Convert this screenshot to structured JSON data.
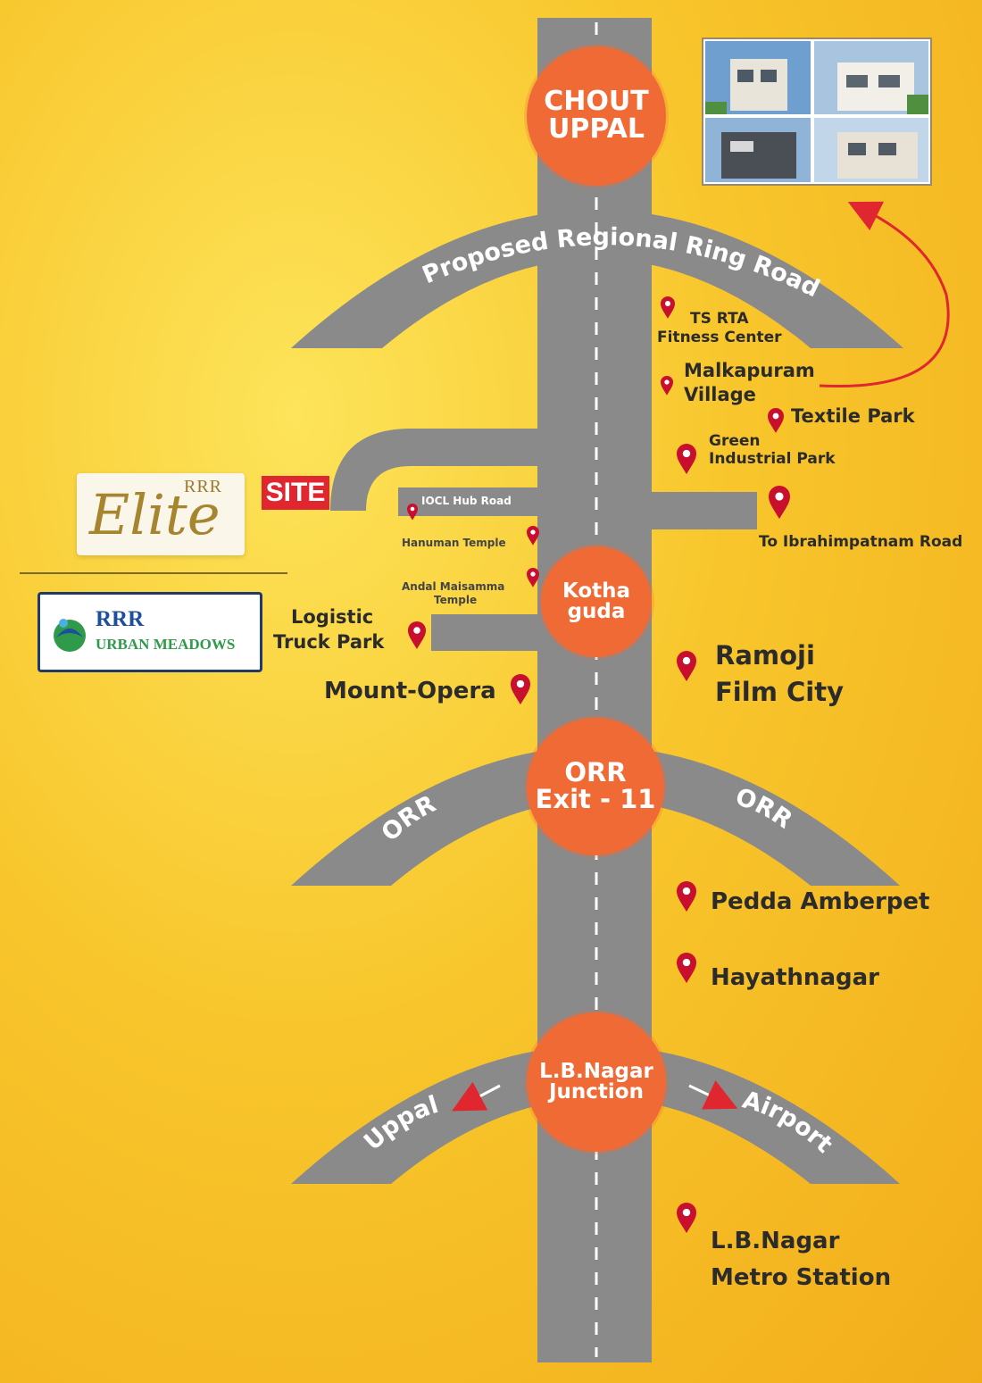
{
  "road_title": "Proposed Regional Ring Road",
  "nodes": {
    "chout_uppal": "CHOUT\nUPPAL",
    "kothaguda": "Kotha\nguda",
    "orr_exit": "ORR\nExit - 11",
    "lb_nagar": "L.B.Nagar\nJunction"
  },
  "roads": {
    "orr_left": "ORR",
    "orr_right": "ORR",
    "uppal": "Uppal",
    "airport": "Airport",
    "iocl": "IOCL Hub Road"
  },
  "places": {
    "ts_rta": "TS RTA",
    "fitness_center": "Fitness Center",
    "malkapuram_1": "Malkapuram",
    "malkapuram_2": "Village",
    "textile_park": "Textile Park",
    "green_1": "Green",
    "green_2": "Industrial Park",
    "ibrahimpatnam": "To Ibrahimpatnam Road",
    "hanuman_temple": "Hanuman Temple",
    "andal_1": "Andal Maisamma",
    "andal_2": "Temple",
    "logistic_1": "Logistic",
    "logistic_2": "Truck Park",
    "mount_opera": "Mount-Opera",
    "ramoji_1": "Ramoji",
    "ramoji_2": "Film City",
    "pedda_amberpet": "Pedda Amberpet",
    "hayathnagar": "Hayathnagar",
    "lb_metro_1": "L.B.Nagar",
    "lb_metro_2": "Metro Station"
  },
  "site_label": "SITE",
  "brand_elite": {
    "rrr": "RRR",
    "word": "Elite"
  },
  "brand_meadows": {
    "line1": "RRR",
    "line2": "URBAN MEADOWS"
  },
  "colors": {
    "road": "#8a8a8a",
    "node": "#f06a36",
    "pin": "#c8102e",
    "site": "#e0262f",
    "arrow": "#e0262f"
  }
}
